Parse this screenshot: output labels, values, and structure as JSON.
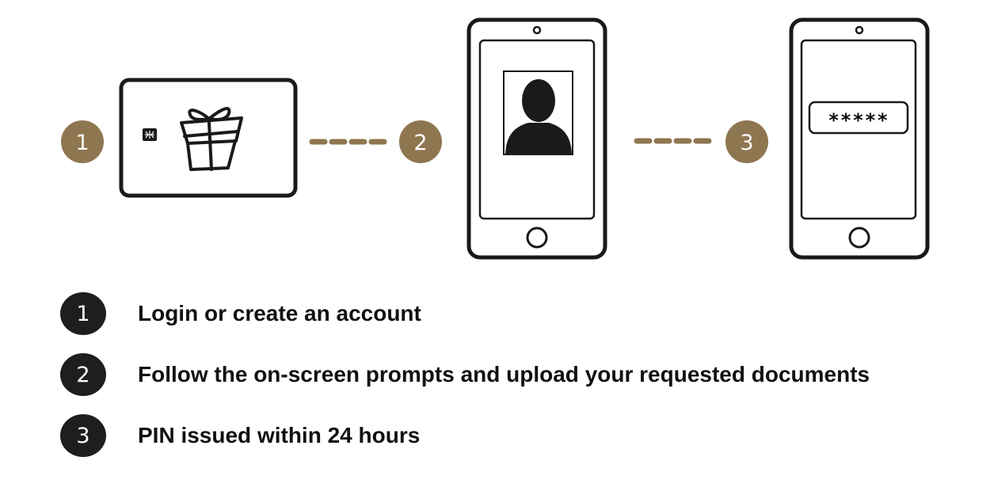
{
  "colors": {
    "accent_gold": "#8e7650",
    "badge_dark": "#1e1e1e",
    "outline": "#1a1a1a"
  },
  "flow": {
    "markers": [
      "1",
      "2",
      "3"
    ],
    "icons": [
      "gift-card-icon",
      "portrait-phone-icon",
      "pin-phone-icon"
    ],
    "pin_display": "*****"
  },
  "steps": [
    {
      "number": "1",
      "text": "Login or create an account"
    },
    {
      "number": "2",
      "text": "Follow the on-screen prompts and upload your requested documents"
    },
    {
      "number": "3",
      "text": "PIN issued within 24 hours"
    }
  ]
}
